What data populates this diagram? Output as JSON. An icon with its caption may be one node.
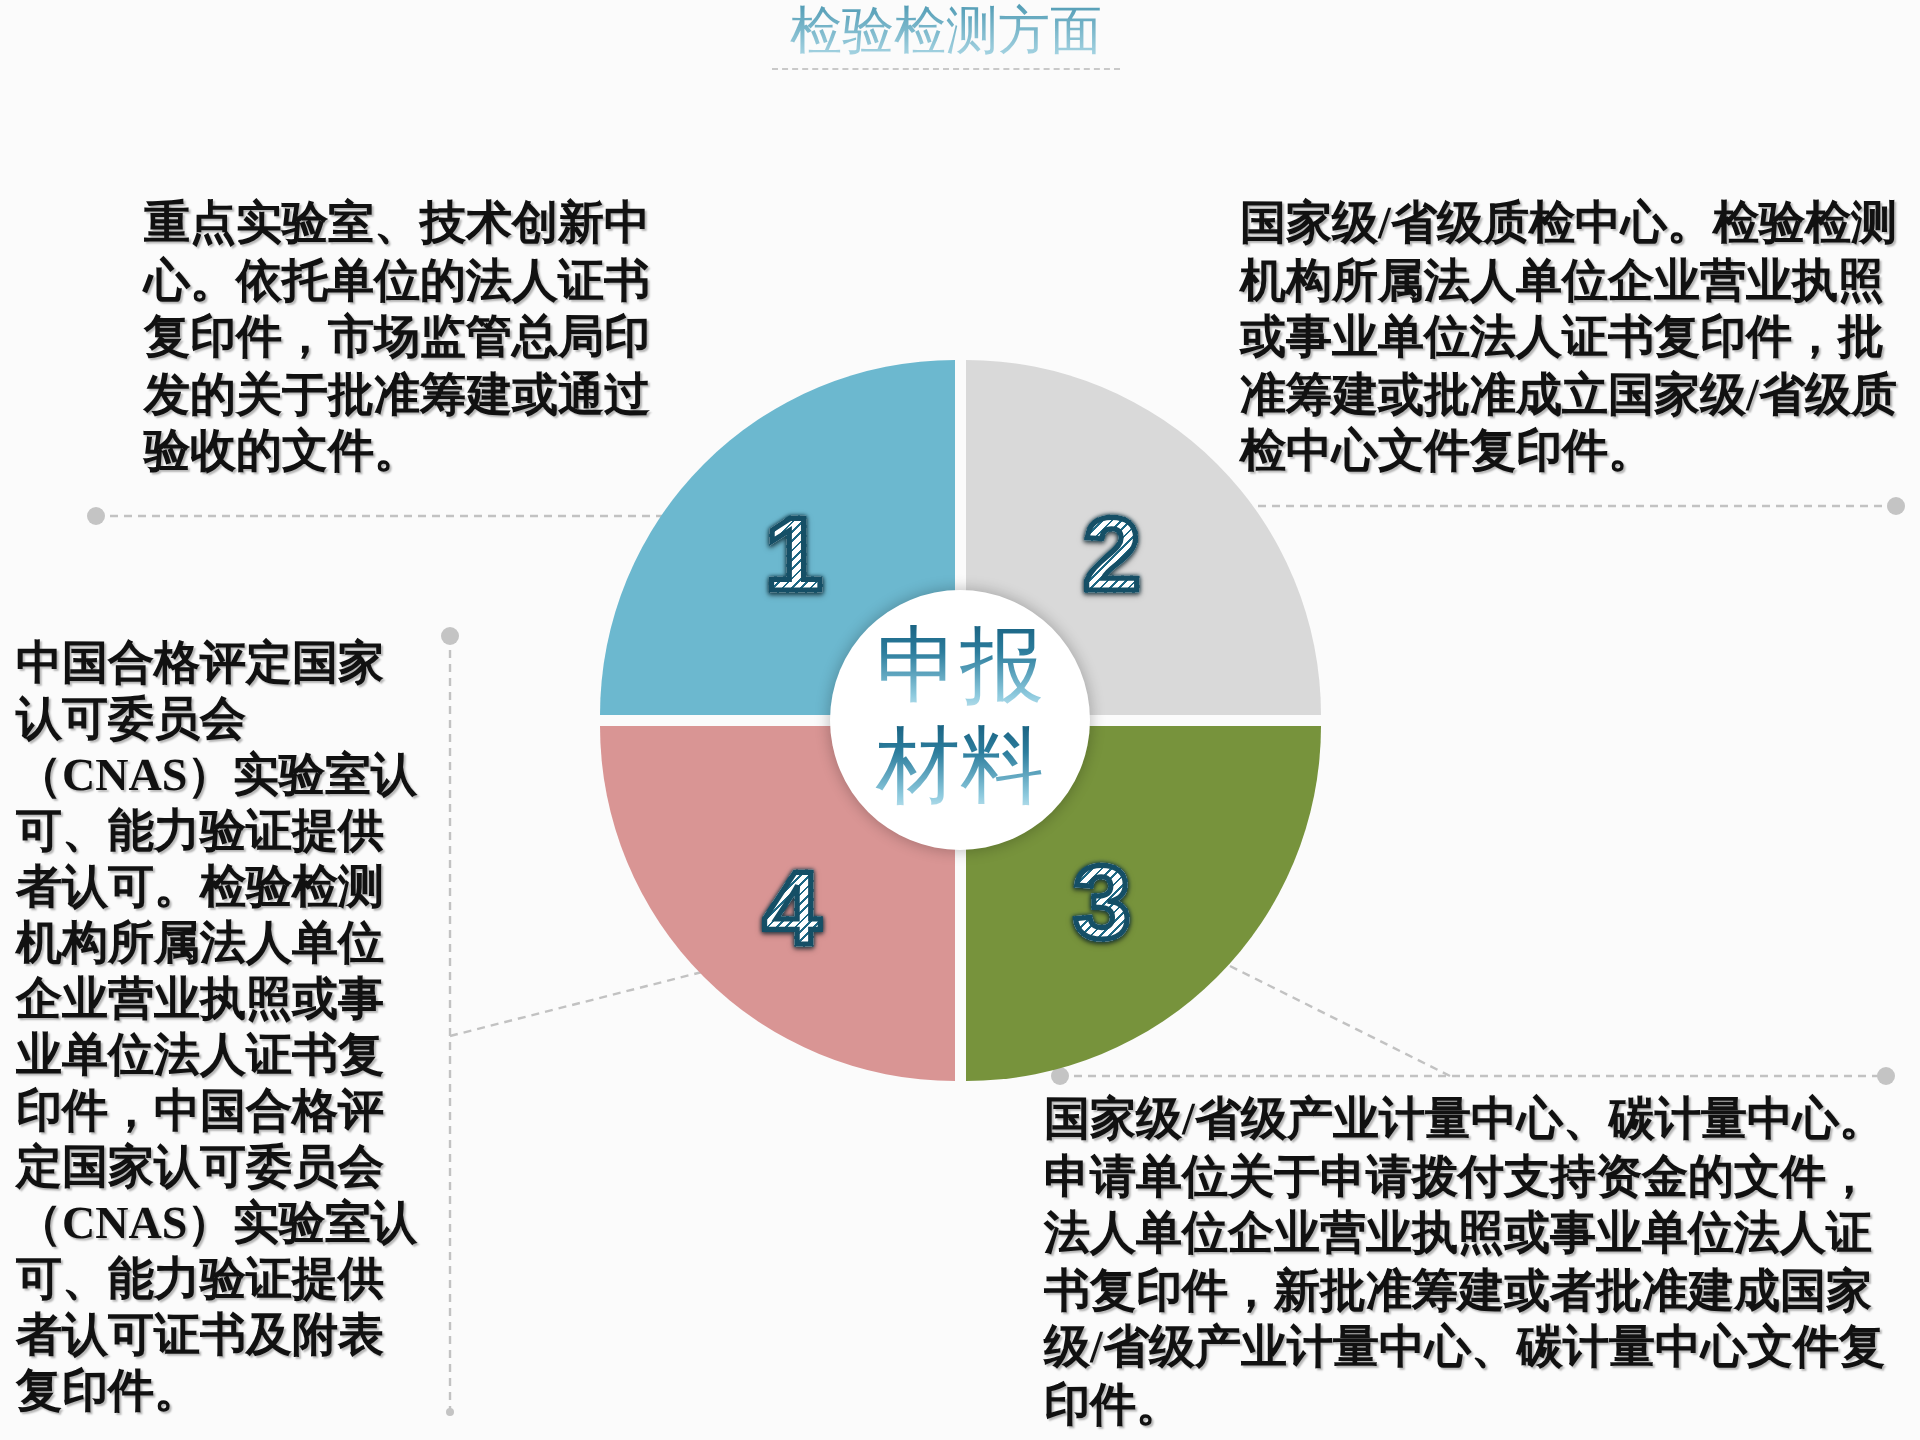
{
  "diagram": {
    "title": "检验检测方面",
    "nodes": [
      {
        "text": [
          "重点实验室、技术创新中心。依托单位的法人证书复印件，市场监管总局印发的关于批准筹建或通过验收的文件。"
        ]
      },
      {
        "text": [
          "国家级/省级质检中心。检验检测机构所属法人单位企业营业执照或事业单位法人证书复印件，批准筹建或批准成立国家级/省级质检中心文件复印件。"
        ]
      },
      {
        "text": [
          "1"
        ]
      },
      {
        "text": [
          "2"
        ]
      },
      {
        "text": [
          "申报材料"
        ]
      },
      {
        "text": [
          "中国合格评定国家认可委员会（CNAS）实验室认可、能力验证提供者认可。检验检测机构所属法人单位企业营业执照或事业单位法人证书复印件，中国合格评定国家认可委员会（CNAS）实验室认可、能力验证提供者认可证书及附表复印件。"
        ]
      },
      {
        "text": [
          "4"
        ]
      },
      {
        "text": [
          "3"
        ]
      },
      {
        "text": [
          "国家级/省级产业计量中心、碳计量中心。申请单位关于申请拨付支持资金的文件，法人单位企业营业执照或事业单位法人证书复印件，新批准筹建或者批准建成国家级/省级产业计量中心、碳计量中心文件复印件。"
        ]
      }
    ],
    "edges": [
      {
        "from": 0,
        "to": 2,
        "arrow": "other",
        "style": "dashed"
      },
      {
        "from": 1,
        "to": 3,
        "arrow": "other",
        "style": "dashed"
      },
      {
        "from": 5,
        "to": 6,
        "arrow": "none",
        "style": "dashed"
      },
      {
        "from": 8,
        "to": 7,
        "arrow": "none",
        "style": "dashed"
      }
    ]
  }
}
